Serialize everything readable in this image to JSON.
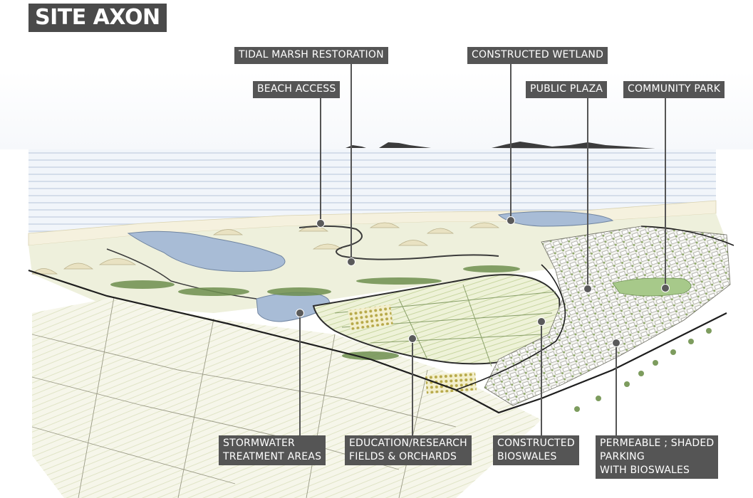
{
  "title": "SITE AXON",
  "labels": {
    "tidal_marsh": "TIDAL MARSH RESTORATION",
    "constructed_wetland": "CONSTRUCTED WETLAND",
    "beach_access": "BEACH ACCESS",
    "public_plaza": "PUBLIC PLAZA",
    "community_park": "COMMUNITY PARK",
    "stormwater": "STORMWATER\nTREATMENT AREAS",
    "education": "EDUCATION/RESEARCH\nFIELDS & ORCHARDS",
    "bioswales": "CONSTRUCTED\nBIOSWALES",
    "parking": "PERMEABLE ; SHADED\nPARKING\nWITH BIOSWALES"
  }
}
